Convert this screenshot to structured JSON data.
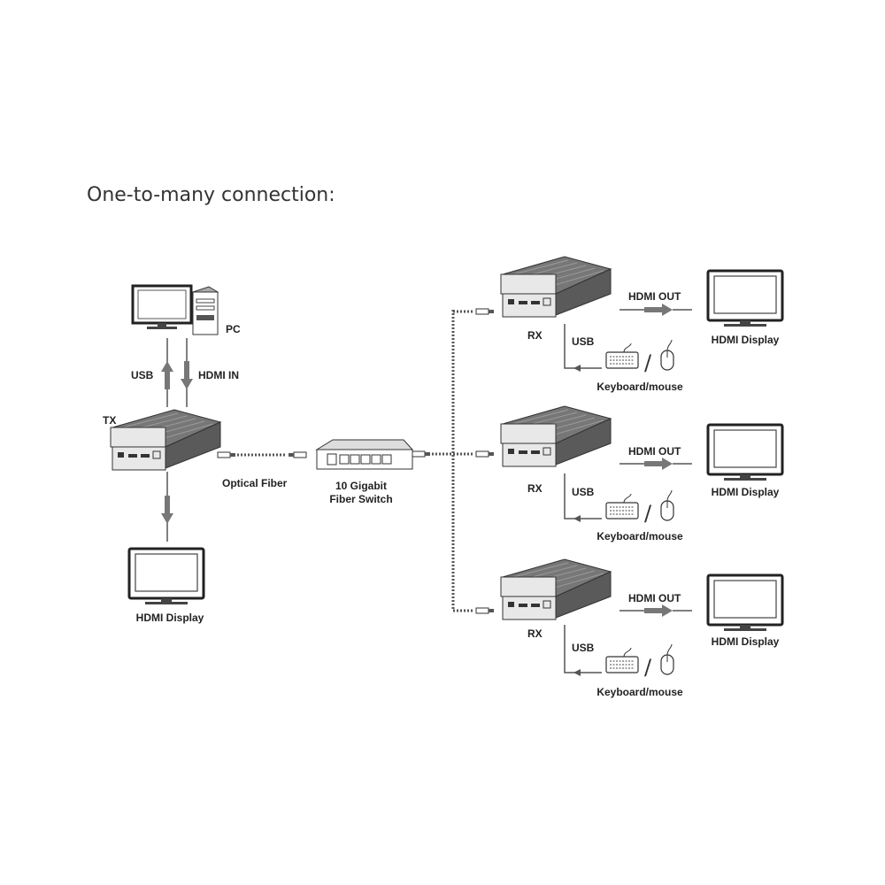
{
  "title": "One-to-many connection:",
  "labels": {
    "pc": "PC",
    "usb_tx": "USB",
    "hdmi_in": "HDMI IN",
    "tx": "TX",
    "optical_fiber": "Optical Fiber",
    "tx_display": "HDMI Display",
    "switch_line1": "10 Gigabit",
    "switch_line2": "Fiber Switch"
  },
  "receivers": [
    {
      "rx": "RX",
      "usb": "USB",
      "hdmi_out": "HDMI OUT",
      "display": "HDMI Display",
      "peripheral": "Keyboard/mouse"
    },
    {
      "rx": "RX",
      "usb": "USB",
      "hdmi_out": "HDMI OUT",
      "display": "HDMI Display",
      "peripheral": "Keyboard/mouse"
    },
    {
      "rx": "RX",
      "usb": "USB",
      "hdmi_out": "HDMI OUT",
      "display": "HDMI Display",
      "peripheral": "Keyboard/mouse"
    }
  ],
  "icons": [
    "pc-icon",
    "transmitter-device",
    "fiber-switch-icon",
    "receiver-device",
    "monitor-icon",
    "keyboard-icon",
    "mouse-icon",
    "arrow-icon"
  ],
  "colors": {
    "line": "#444444",
    "arrow": "#777777",
    "device": "#777777"
  }
}
